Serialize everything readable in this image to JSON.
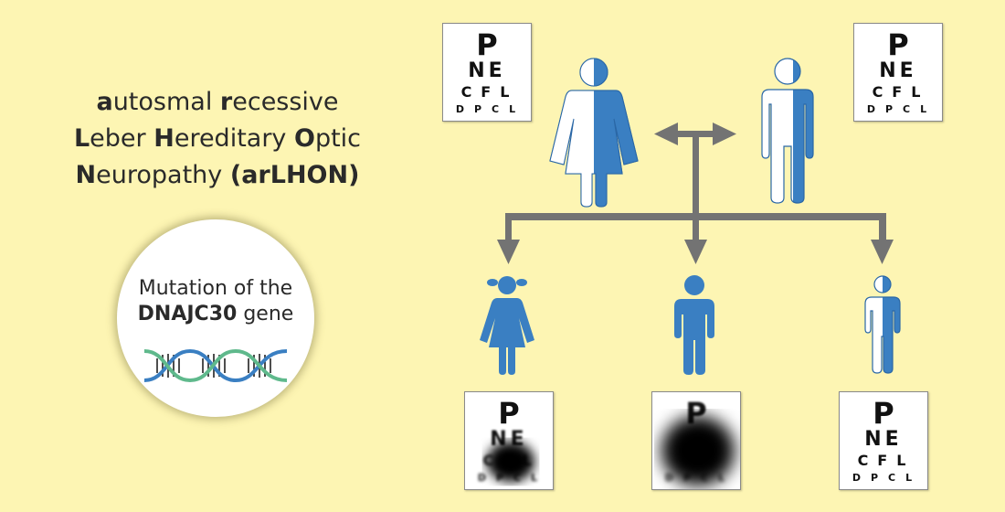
{
  "title": {
    "line1": [
      {
        "b": "a"
      },
      {
        "t": "utosmal "
      },
      {
        "b": "r"
      },
      {
        "t": "ecessive"
      }
    ],
    "line2": [
      {
        "b": "L"
      },
      {
        "t": "eber "
      },
      {
        "b": "H"
      },
      {
        "t": "ereditary "
      },
      {
        "b": "O"
      },
      {
        "t": "ptic"
      }
    ],
    "line3": [
      {
        "b": "N"
      },
      {
        "t": "europathy "
      },
      {
        "b": "(arLHON)"
      }
    ]
  },
  "badge": {
    "line1": "Mutation of the",
    "gene_bold": "DNAJC30",
    "gene_suffix": " gene"
  },
  "eye_chart": {
    "row1": "P",
    "row2": "NE",
    "row3": "CFL",
    "row4": "DPCL"
  },
  "people": [
    {
      "role": "mother",
      "state": "carrier"
    },
    {
      "role": "father",
      "state": "carrier"
    },
    {
      "role": "daughter",
      "state": "affected",
      "vision": "partially-blurred"
    },
    {
      "role": "son",
      "state": "affected",
      "vision": "blurred"
    },
    {
      "role": "son",
      "state": "carrier",
      "vision": "clear"
    }
  ],
  "colors": {
    "background": "#fdf5b3",
    "figure_blue": "#3a7fc2",
    "arrow_gray": "#737373",
    "dna_blue": "#3a7fc2",
    "dna_green": "#5fb98c"
  }
}
